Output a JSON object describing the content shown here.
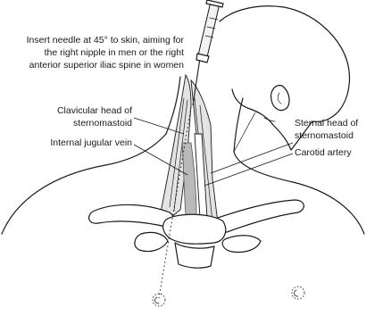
{
  "annotations": {
    "needle_instruction": [
      "Insert needle at 45° to skin, aiming for",
      "the right nipple in men or the right",
      "anterior superior iliac spine in women"
    ],
    "clavicular_head": [
      "Clavicular head of",
      "sternomastoid"
    ],
    "internal_jugular": "Internal jugular vein",
    "sternal_head": [
      "Sternal head of",
      "sternomastoid"
    ],
    "carotid_artery": "Carotid artery"
  }
}
